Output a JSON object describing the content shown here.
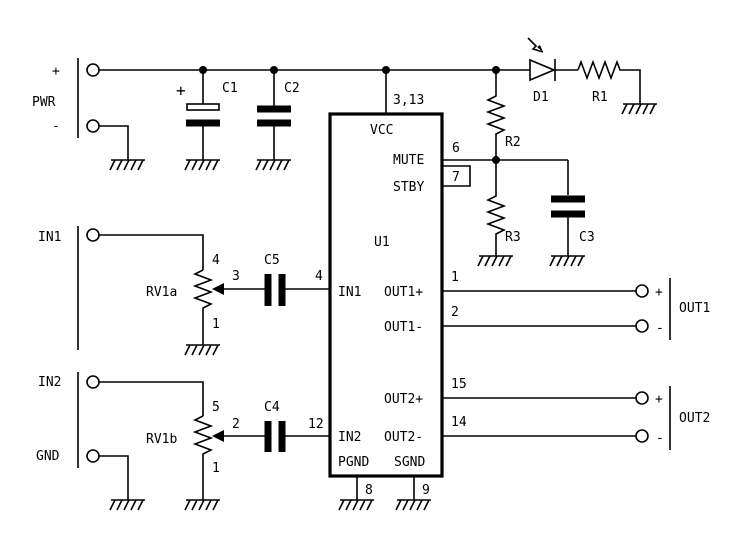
{
  "power": {
    "label": "PWR",
    "plus": "+",
    "minus": "-"
  },
  "inputs": [
    {
      "label": "IN1"
    },
    {
      "label": "IN2"
    },
    {
      "label": "GND"
    }
  ],
  "outputs": [
    {
      "label": "OUT1",
      "plus": "+",
      "minus": "-"
    },
    {
      "label": "OUT2",
      "plus": "+",
      "minus": "-"
    }
  ],
  "components": {
    "C1": {
      "ref": "C1",
      "polarity": "+"
    },
    "C2": {
      "ref": "C2"
    },
    "C3": {
      "ref": "C3"
    },
    "C4": {
      "ref": "C4"
    },
    "C5": {
      "ref": "C5"
    },
    "D1": {
      "ref": "D1"
    },
    "R1": {
      "ref": "R1"
    },
    "R2": {
      "ref": "R2"
    },
    "R3": {
      "ref": "R3"
    },
    "RV1a": {
      "ref": "RV1a",
      "pin_top": "4",
      "pin_wiper": "3",
      "pin_bottom": "1"
    },
    "RV1b": {
      "ref": "RV1b",
      "pin_top": "5",
      "pin_wiper": "2",
      "pin_bottom": "1"
    }
  },
  "ic": {
    "ref": "U1",
    "pins": {
      "vcc": {
        "name": "VCC",
        "num": "3,13"
      },
      "mute": {
        "name": "MUTE",
        "num": "6"
      },
      "stby": {
        "name": "STBY",
        "num": "7"
      },
      "in1": {
        "name": "IN1",
        "num": "4"
      },
      "in2": {
        "name": "IN2",
        "num": "12"
      },
      "out1p": {
        "name": "OUT1+",
        "num": "1"
      },
      "out1m": {
        "name": "OUT1-",
        "num": "2"
      },
      "out2p": {
        "name": "OUT2+",
        "num": "15"
      },
      "out2m": {
        "name": "OUT2-",
        "num": "14"
      },
      "pgnd": {
        "name": "PGND",
        "num": "8"
      },
      "sgnd": {
        "name": "SGND",
        "num": "9"
      }
    }
  }
}
